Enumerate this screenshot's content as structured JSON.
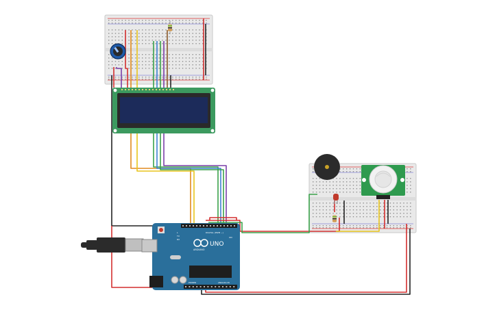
{
  "board": {
    "name_label": "UNO",
    "brand_label": "ARDUINO",
    "digital_label": "DIGITAL (PWM ~)",
    "analog_label": "ANALOG IN",
    "power_label": "POWER",
    "tx_label": "TX",
    "rx_label": "RX",
    "l_label": "L",
    "on_label": "ON"
  },
  "colors": {
    "breadboard": "#e9e9e9",
    "lcd_pcb": "#3c9a5f",
    "lcd_screen": "#1c2b5a",
    "arduino": "#2a6f9b",
    "pir_pcb": "#2e9a4e",
    "buzzer": "#2b2b2b",
    "wire_red": "#d32f2f",
    "wire_black": "#222222",
    "wire_yellow": "#e8c41a",
    "wire_orange": "#e08a1e",
    "wire_green": "#3aa14a",
    "wire_blue": "#3c7fd0",
    "wire_purple": "#7a3fa8",
    "wire_brown": "#8a5a2b"
  },
  "components": [
    {
      "name": "breadboard-top",
      "type": "breadboard"
    },
    {
      "name": "potentiometer",
      "type": "potentiometer"
    },
    {
      "name": "resistor-top",
      "type": "resistor"
    },
    {
      "name": "lcd-16x2",
      "type": "lcd"
    },
    {
      "name": "arduino-uno",
      "type": "microcontroller"
    },
    {
      "name": "usb-cable",
      "type": "cable"
    },
    {
      "name": "breadboard-right",
      "type": "breadboard"
    },
    {
      "name": "piezo-buzzer",
      "type": "buzzer"
    },
    {
      "name": "pir-sensor",
      "type": "sensor"
    },
    {
      "name": "red-led",
      "type": "led"
    },
    {
      "name": "resistor-right",
      "type": "resistor"
    }
  ]
}
